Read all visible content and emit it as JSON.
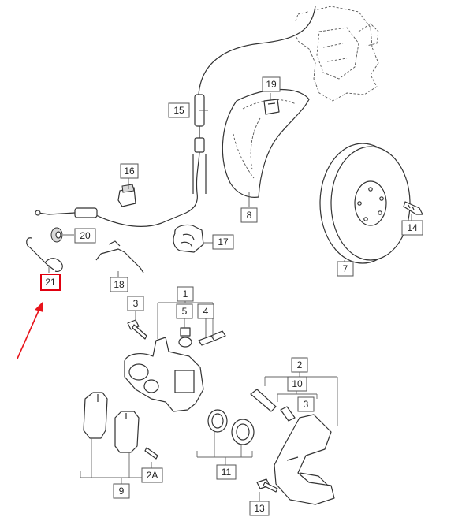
{
  "callouts": {
    "c1": "1",
    "c2": "2",
    "c2a": "2A",
    "c3a": "3",
    "c3b": "3",
    "c4": "4",
    "c5": "5",
    "c7": "7",
    "c8": "8",
    "c9": "9",
    "c10": "10",
    "c11": "11",
    "c13": "13",
    "c14": "14",
    "c15": "15",
    "c16": "16",
    "c17": "17",
    "c18": "18",
    "c19": "19",
    "c20": "20",
    "c21": "21"
  },
  "highlight": {
    "part": "21",
    "color": "#e0000f",
    "arrow_color": "#e8141b"
  }
}
